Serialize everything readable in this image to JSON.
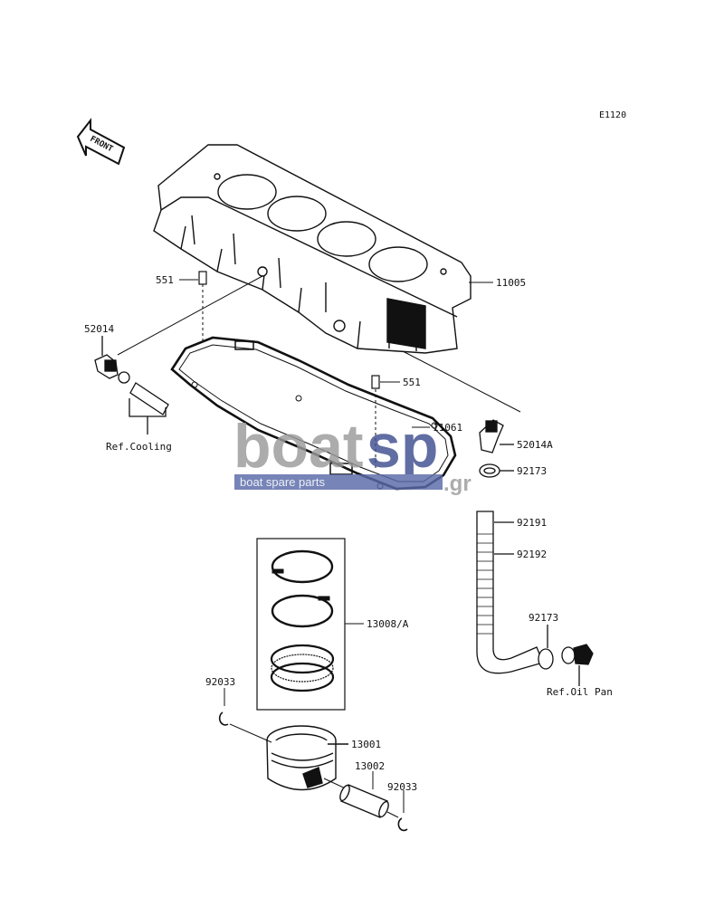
{
  "diagram_code": "E1120",
  "front_label": "FRONT",
  "parts": {
    "p11005": "11005",
    "p551a": "551",
    "p551b": "551",
    "p52014": "52014",
    "p11061": "11061",
    "p52014A": "52014A",
    "p92173a": "92173",
    "p92191": "92191",
    "p92192": "92192",
    "p13008A": "13008/A",
    "p92173b": "92173",
    "p92033a": "92033",
    "p13001": "13001",
    "p13002": "13002",
    "p92033b": "92033"
  },
  "refs": {
    "cooling": "Ref.Cooling",
    "oil_pan": "Ref.Oil Pan"
  },
  "watermark": {
    "brand_main": "boat",
    "brand_accent": "sp",
    "brand_tld": ".gr",
    "tagline": "boat spare parts",
    "colors": {
      "grey": "#9a9a9a",
      "accent": "#3f4f8f",
      "tag_bg": "#5a6aa8"
    }
  }
}
